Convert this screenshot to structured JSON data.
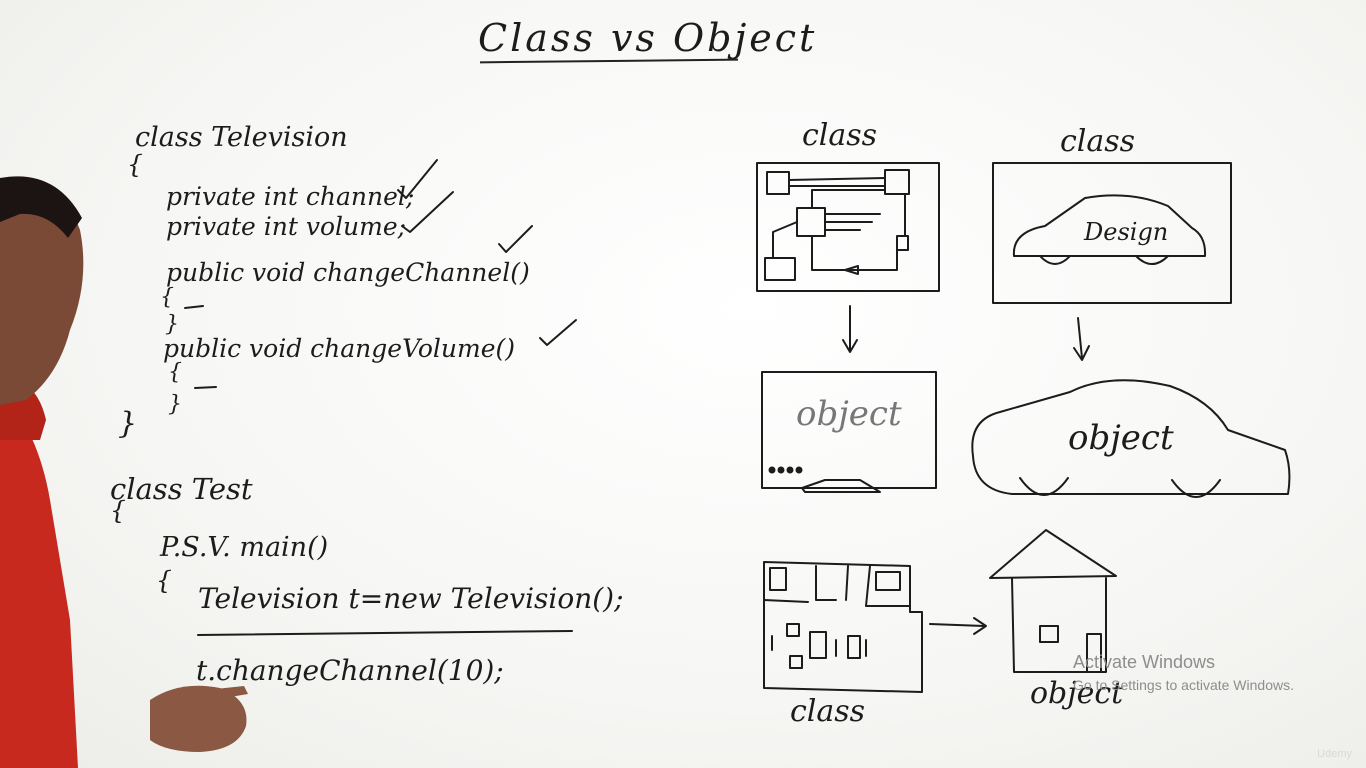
{
  "title": "Class vs Object",
  "code": {
    "class_television": "class Television",
    "open_brace": "{",
    "field_channel": "private int channel;",
    "field_volume": "private int volume;",
    "method_change_channel": "public void changeChannel()",
    "method_change_volume": "public void changeVolume()",
    "close_brace": "}",
    "class_test": "class Test",
    "main": "P.S.V. main()",
    "instantiation": "Television t=new Television();",
    "call": "t.changeChannel(10);"
  },
  "diagram": {
    "class_label_1": "class",
    "class_label_2": "class",
    "design_label": "Design",
    "object_label_1": "object",
    "object_label_2": "object",
    "class_label_3": "class",
    "object_label_3": "object"
  },
  "watermark": {
    "line1": "Activate Windows",
    "line2": "Go to Settings to activate Windows."
  },
  "badge": "Udemy",
  "colors": {
    "board": "#ffffff",
    "marker": "#1c1c1c",
    "shirt": "#c8291f",
    "watermark": "#8d8d8d"
  }
}
